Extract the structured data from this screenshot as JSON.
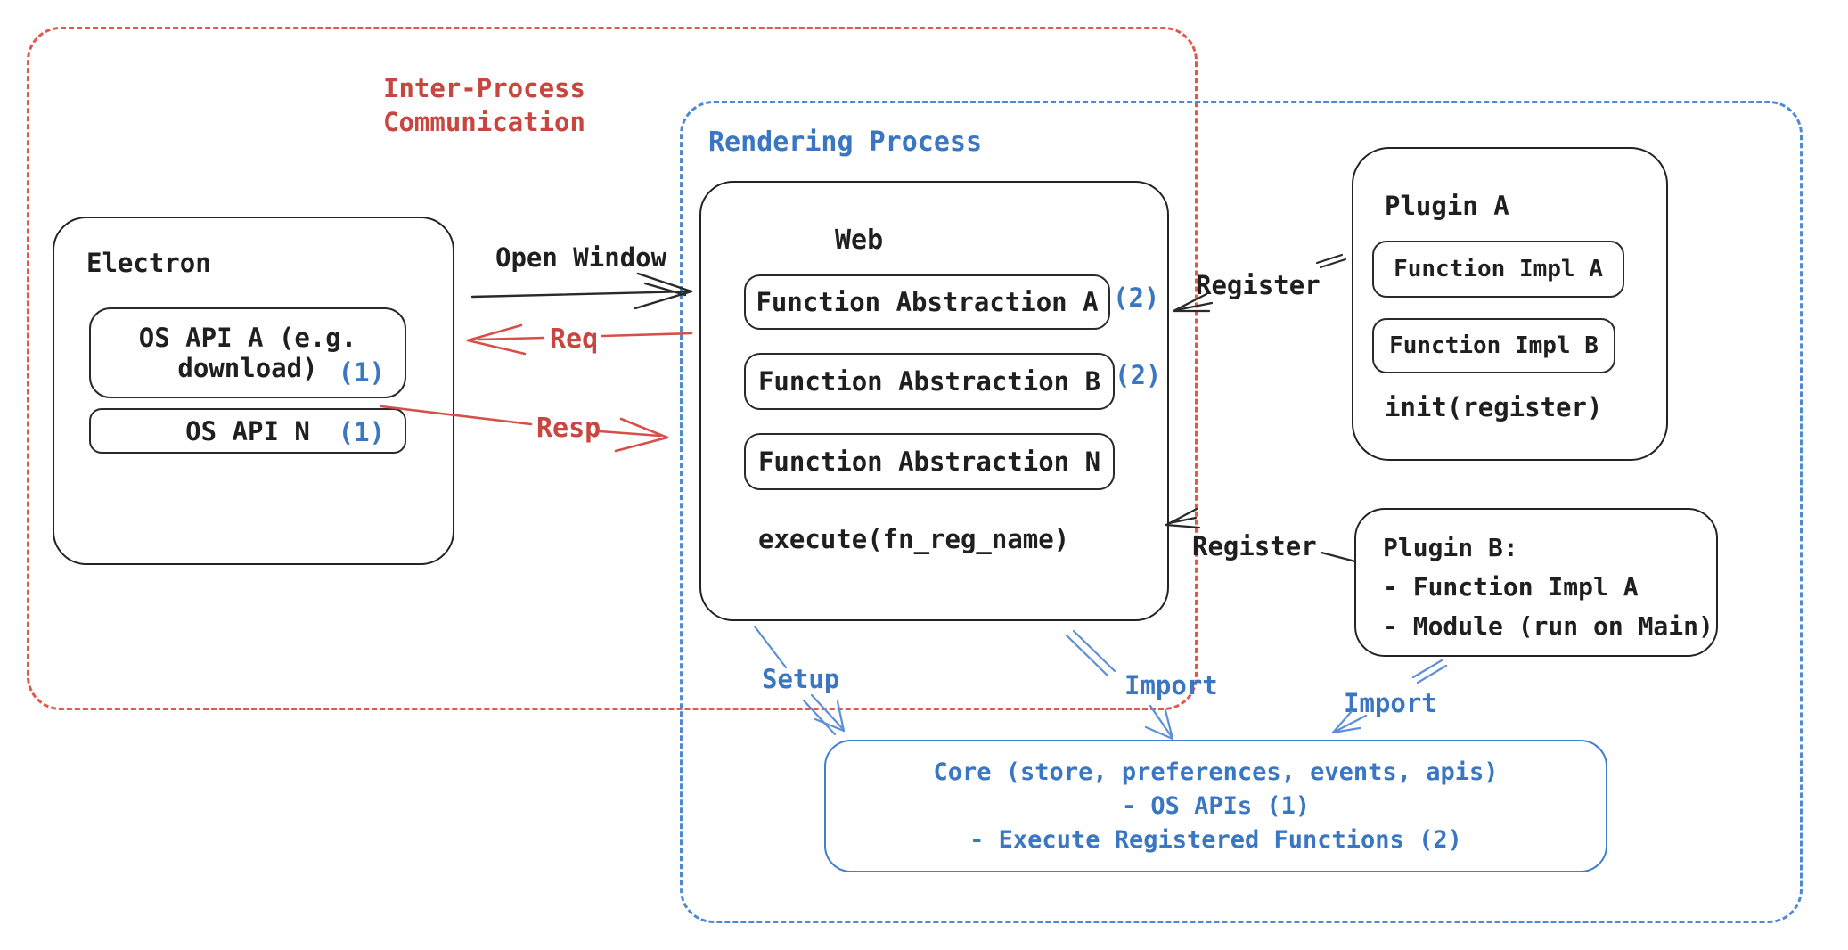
{
  "groups": {
    "ipc": {
      "label_line1": "Inter-Process",
      "label_line2": "Communication"
    },
    "rendering": {
      "label": "Rendering Process"
    }
  },
  "electron": {
    "title": "Electron",
    "api_a": {
      "line1": "OS API A (e.g.",
      "line2": "download)",
      "ref": "(1)"
    },
    "api_n": {
      "label": "OS API N",
      "ref": "(1)"
    }
  },
  "web": {
    "title": "Web",
    "fa_a": {
      "label": "Function Abstraction A",
      "ref": "(2)"
    },
    "fa_b": {
      "label": "Function Abstraction B",
      "ref": "(2)"
    },
    "fa_n": {
      "label": "Function Abstraction N"
    },
    "execute": "execute(fn_reg_name)"
  },
  "plugin_a": {
    "title": "Plugin A",
    "impl_a": "Function Impl A",
    "impl_b": "Function Impl B",
    "init": "init(register)"
  },
  "plugin_b": {
    "title": "Plugin B:",
    "item1": "- Function Impl A",
    "item2": "- Module (run on Main)"
  },
  "core": {
    "line1": "Core (store, preferences, events, apis)",
    "line2": "- OS APIs (1)",
    "line3": "- Execute Registered Functions (2)"
  },
  "labels": {
    "open_window": "Open Window",
    "req": "Req",
    "resp": "Resp",
    "register_a": "Register",
    "register_b": "Register",
    "setup": "Setup",
    "import_web": "Import",
    "import_plugin": "Import"
  },
  "colors": {
    "red_text": "#c7463f",
    "red_stroke": "#e2584d",
    "red_arrow": "#d5504a",
    "blue_text": "#3a76c2",
    "blue_stroke": "#5089d3",
    "blue_arrow": "#5b8fd6",
    "black": "#1f1f1f"
  }
}
